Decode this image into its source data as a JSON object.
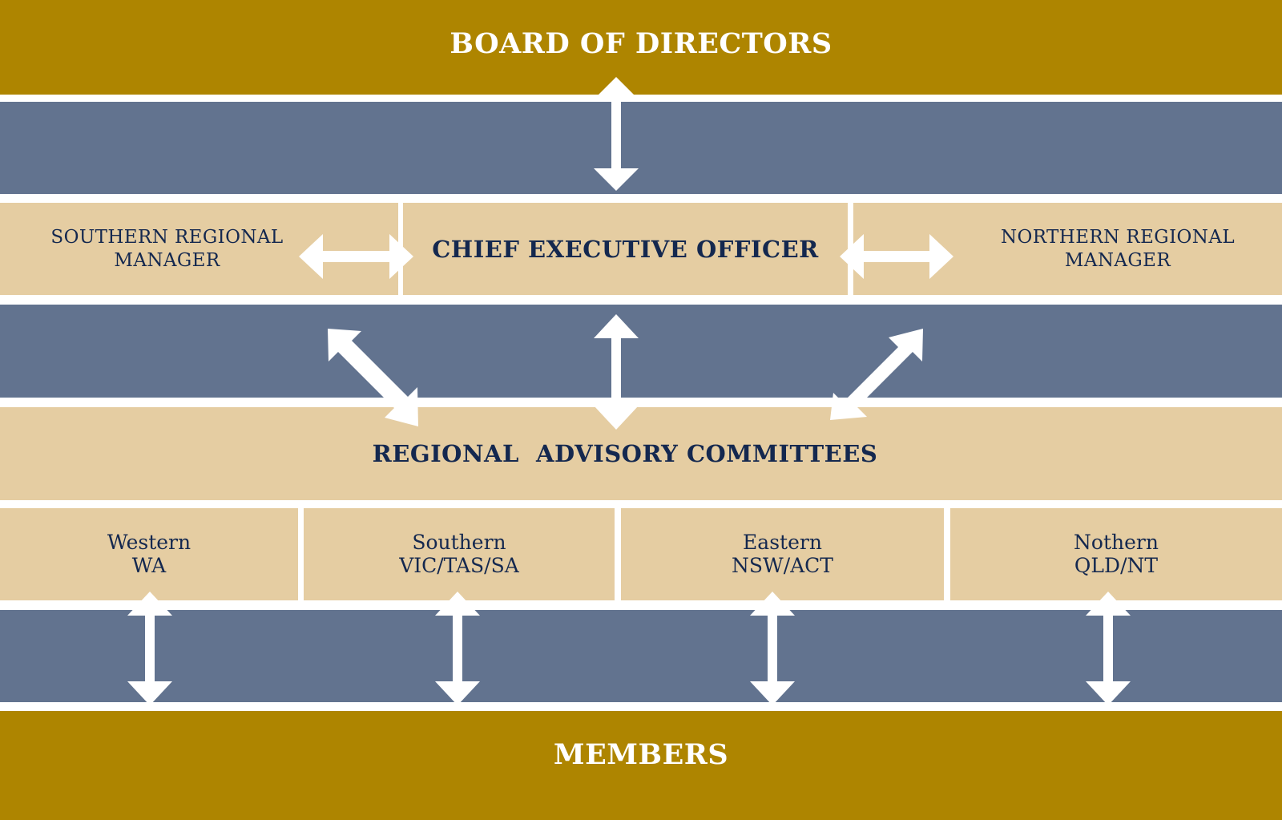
{
  "colors": {
    "gold": "#ae8500",
    "slate": "#62738f",
    "beige": "#e5cda2",
    "navy": "#14284f",
    "white": "#ffffff"
  },
  "top": {
    "label": "BOARD OF DIRECTORS"
  },
  "executive": {
    "left": {
      "line1": "SOUTHERN REGIONAL",
      "line2": "MANAGER"
    },
    "center": {
      "label": "CHIEF EXECUTIVE OFFICER"
    },
    "right": {
      "line1": "NORTHERN REGIONAL",
      "line2": "MANAGER"
    }
  },
  "committees": {
    "label": "REGIONAL  ADVISORY COMMITTEES"
  },
  "regions": [
    {
      "name": "Western",
      "states": "WA"
    },
    {
      "name": "Southern",
      "states": "VIC/TAS/SA"
    },
    {
      "name": "Eastern",
      "states": "NSW/ACT"
    },
    {
      "name": "Nothern",
      "states": "QLD/NT"
    }
  ],
  "bottom": {
    "label": "MEMBERS"
  },
  "icons": [
    "double-arrow-icon"
  ]
}
